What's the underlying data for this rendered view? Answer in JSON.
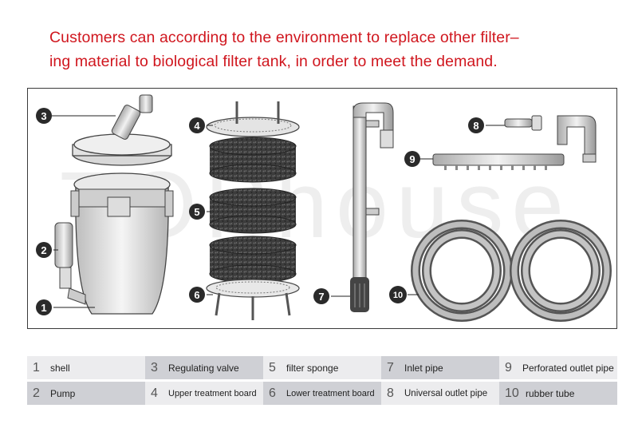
{
  "headline": {
    "line1": "Customers can according to the environment to replace other filter–",
    "line2": "ing material to biological filter tank, in order to meet the demand."
  },
  "diagram": {
    "watermark": "TOPhouse",
    "callouts": [
      "1",
      "2",
      "3",
      "4",
      "5",
      "6",
      "7",
      "8",
      "9",
      "10"
    ]
  },
  "legend": {
    "row1": [
      {
        "num": "1",
        "label": "shell"
      },
      {
        "num": "3",
        "label": "Regulating valve"
      },
      {
        "num": "5",
        "label": "filter sponge"
      },
      {
        "num": "7",
        "label": "Inlet pipe"
      },
      {
        "num": "9",
        "label": "Perforated outlet pipe"
      }
    ],
    "row2": [
      {
        "num": "2",
        "label": "Pump"
      },
      {
        "num": "4",
        "label": "Upper treatment board"
      },
      {
        "num": "6",
        "label": "Lower treatment board"
      },
      {
        "num": "8",
        "label": "Universal outlet pipe"
      },
      {
        "num": "10",
        "label": "rubber tube"
      }
    ]
  },
  "colors": {
    "headline": "#d0161e",
    "cell_light": "#ececee",
    "cell_dark": "#cfd0d5"
  }
}
